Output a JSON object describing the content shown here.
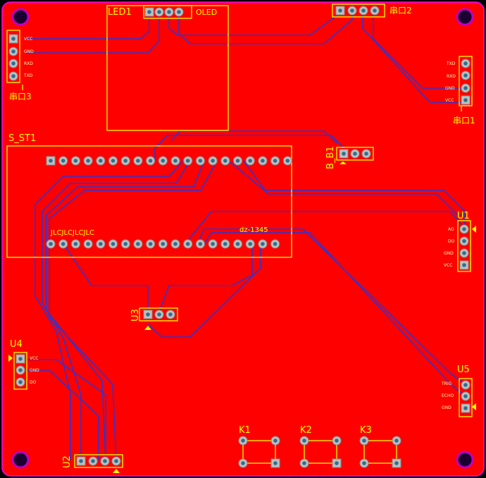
{
  "board": {
    "bg_color": "#000000",
    "copper_color": "#ff0000",
    "silk_color": "#ffff00",
    "trace_color": "#3333cc",
    "pad_color": "#c0c0c0"
  },
  "labels": {
    "led1": "LED1",
    "oled": "OLED",
    "s_st1": "S_ST1",
    "bb1": "B_B1",
    "u1": "U1",
    "u2": "U2",
    "u3": "U3",
    "u4": "U4",
    "u5": "U5",
    "k1": "K1",
    "k2": "K2",
    "k3": "K3",
    "jlc": "JLCJLCJLCJLC",
    "dz": "dz-1345",
    "port2": "串口2",
    "port3": "串口3",
    "port1": "串口1"
  },
  "pin_labels": {
    "port3": [
      "VCC",
      "GND",
      "RXD",
      "TXD"
    ],
    "port1": [
      "TXD",
      "RXD",
      "GND",
      "VCC"
    ],
    "u1": [
      "AO",
      "DO",
      "GND",
      "VCC"
    ],
    "u4": [
      "VCC",
      "GND",
      "DO"
    ],
    "u5": [
      "TRIG",
      "ECHO",
      "GND"
    ]
  }
}
